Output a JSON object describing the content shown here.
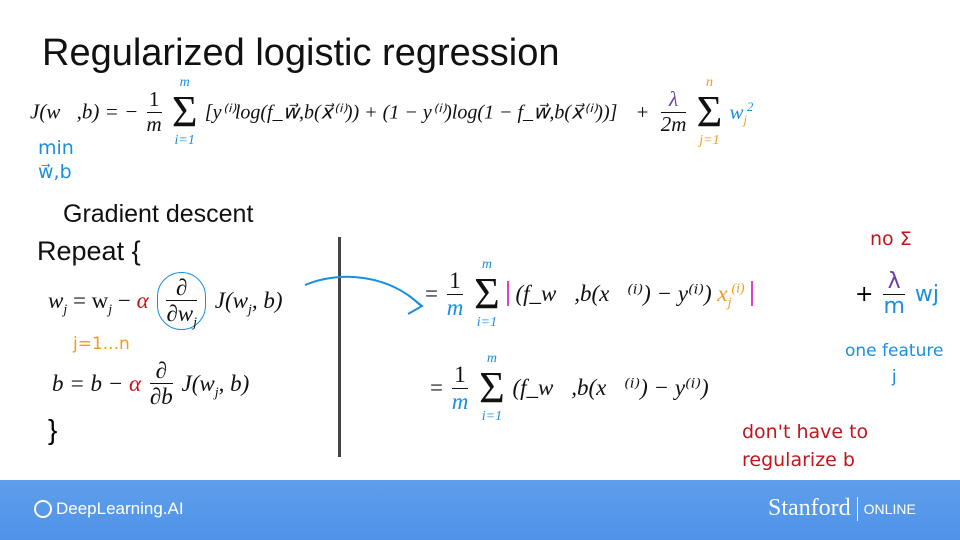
{
  "title": "Regularized logistic regression",
  "cost": {
    "lhs": "J(w⃗,b) = −",
    "one": "1",
    "m": "m",
    "sum_top": "m",
    "sum_bot": "i=1",
    "body": "[y⁽ⁱ⁾log(f_w⃗,b(x⃗⁽ⁱ⁾)) + (1 − y⁽ⁱ⁾)log(1 − f_w⃗,b(x⃗⁽ⁱ⁾))]",
    "plus": "+",
    "lambda": "λ",
    "two_m": "2m",
    "reg_top": "n",
    "reg_bot": "j=1",
    "reg_term": "w",
    "reg_sub": "j",
    "reg_sup": "2"
  },
  "min_note": {
    "line1": "min",
    "line2": "w⃗,b"
  },
  "gradient_descent": "Gradient descent",
  "repeat": "Repeat {",
  "w_update": {
    "lhs": "w",
    "sub": "j",
    "eq": " = w",
    "eq_sub": "j",
    "minus": " − ",
    "alpha": "α",
    "d_num": "∂",
    "d_den": "∂w",
    "d_den_sub": "j",
    "func": "J(w",
    "func_sub": "j",
    "func_end": ", b)"
  },
  "j_range": "j=1...n",
  "b_update": {
    "text": "b = b − ",
    "alpha": "α",
    "d_num": "∂",
    "d_den": "∂b",
    "func": "J(w",
    "func_sub": "j",
    "func_end": ", b)"
  },
  "close_brace": "}",
  "rhs1": {
    "eq": "=",
    "one": "1",
    "m": "m",
    "sum_top": "m",
    "sum_bot": "i=1",
    "body": "(f_w⃗,b(x⃗⁽ⁱ⁾) − y⁽ⁱ⁾)",
    "x": "x",
    "x_sub": "j",
    "x_sup": "(i)"
  },
  "rhs2": {
    "eq": "=",
    "one": "1",
    "m": "m",
    "sum_top": "m",
    "sum_bot": "i=1",
    "body": "(f_w⃗,b(x⃗⁽ⁱ⁾) − y⁽ⁱ⁾)"
  },
  "notes": {
    "no_sigma": "no Σ",
    "plus": "+",
    "lambda": "λ",
    "m": "m",
    "wj": "wj",
    "one_feature": "one feature",
    "j": "j",
    "dont1": "don't have to",
    "dont2": "regularize b"
  },
  "footer": {
    "left_logo": "DeepLearning.AI",
    "right_logo": "Stanford",
    "right_sub": "ONLINE"
  }
}
